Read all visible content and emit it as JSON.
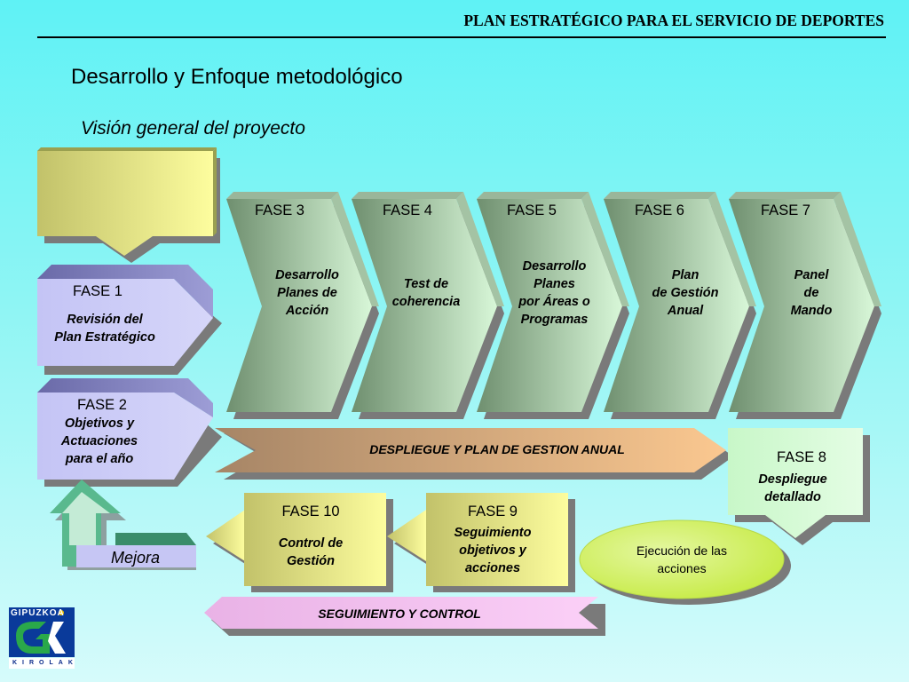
{
  "header": {
    "title": "PLAN ESTRATÉGICO PARA EL SERVICIO DE DEPORTES"
  },
  "page": {
    "title": "Desarrollo y Enfoque metodológico",
    "subtitle": "Visión general del proyecto"
  },
  "phases": {
    "fase1": {
      "title": "FASE 1",
      "line1": "Revisión del",
      "line2": "Plan Estratégico"
    },
    "fase2": {
      "title": "FASE 2",
      "line1": "Objetivos y",
      "line2": "Actuaciones",
      "line3": "para el año"
    },
    "fase3": {
      "title": "FASE 3",
      "line1": "Desarrollo",
      "line2": "Planes de",
      "line3": "Acción"
    },
    "fase4": {
      "title": "FASE 4",
      "line1": "Test de",
      "line2": "coherencia"
    },
    "fase5": {
      "title": "FASE 5",
      "line1": "Desarrollo",
      "line2": "Planes",
      "line3": "por Áreas o",
      "line4": "Programas"
    },
    "fase6": {
      "title": "FASE 6",
      "line1": "Plan",
      "line2": "de Gestión",
      "line3": "Anual"
    },
    "fase7": {
      "title": "FASE 7",
      "line1": "Panel",
      "line2": "de",
      "line3": "Mando"
    },
    "fase8": {
      "title": "FASE 8",
      "line1": "Despliegue",
      "line2": "detallado"
    },
    "fase9": {
      "title": "FASE 9",
      "line1": "Seguimiento",
      "line2": "objetivos y",
      "line3": "acciones"
    },
    "fase10": {
      "title": "FASE 10",
      "line1": "Control de",
      "line2": "Gestión"
    }
  },
  "banners": {
    "despliegue": "DESPLIEGUE Y PLAN DE GESTION ANUAL",
    "seguimiento": "SEGUIMIENTO Y CONTROL"
  },
  "ejecucion": {
    "line1": "Ejecución de las",
    "line2": "acciones"
  },
  "mejora": "Mejora",
  "logo": {
    "top": "GIPUZKOA",
    "bottom": "KIROLAK"
  },
  "colors": {
    "phase_green_dark": "#6f8f6f",
    "phase_green_light": "#d8f7d8",
    "lavender": "#c6c6f4",
    "olive_yellow": "#fbfb9a",
    "ejecucion_fill": "#d3f25e",
    "seguimiento_fill": "#f2b5ef",
    "despliegue_fill": "#f5c08d"
  }
}
